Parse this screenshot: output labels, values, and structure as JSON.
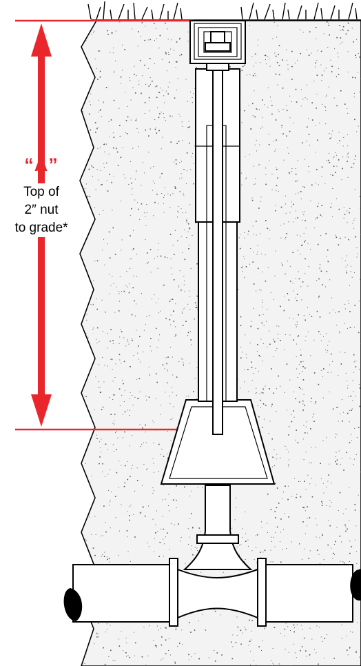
{
  "dimension": {
    "letter": "“A”",
    "description": [
      "Top of",
      "2″ nut",
      "to grade*"
    ],
    "color": "#e9262b"
  },
  "colors": {
    "stroke": "#000000",
    "soil_speckle": "#555555",
    "pipe_cap": "#000000"
  },
  "icons": [
    "double-arrow-icon",
    "valve-box-icon",
    "gate-valve-icon",
    "water-main-pipe-icon",
    "grass-icon"
  ]
}
